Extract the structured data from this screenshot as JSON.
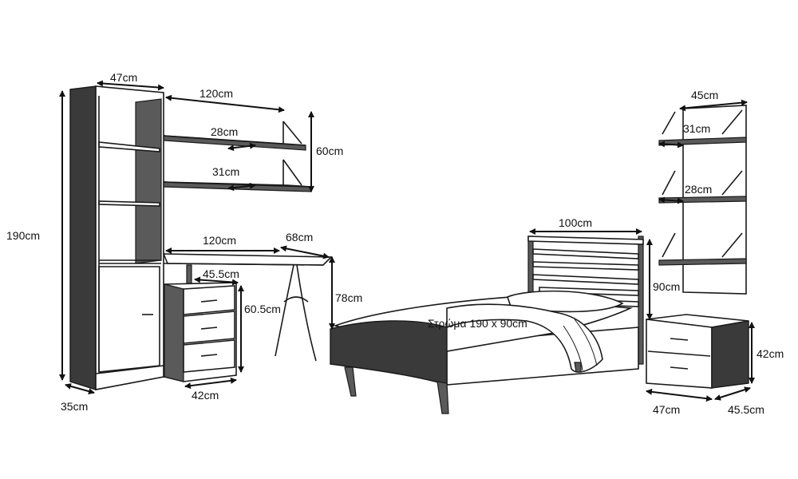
{
  "labels": {
    "bookcase_width": "47cm",
    "bookcase_height": "190cm",
    "bookcase_depth": "35cm",
    "shelf_width": "120cm",
    "shelf_top_depth": "28cm",
    "shelf_bottom_depth": "31cm",
    "shelf_height": "60cm",
    "desk_width": "120cm",
    "desk_depth": "68cm",
    "desk_height": "78cm",
    "drawer_depth": "45.5cm",
    "drawer_height": "60.5cm",
    "drawer_width": "42cm",
    "headboard_width": "100cm",
    "bed_height": "90cm",
    "mattress": "Στρώμα 190 x 90cm",
    "wall_shelf_width": "45cm",
    "wall_shelf_top_depth": "31cm",
    "wall_shelf_mid_depth": "28cm",
    "nightstand_height": "42cm",
    "nightstand_width": "47cm",
    "nightstand_depth": "45.5cm"
  }
}
